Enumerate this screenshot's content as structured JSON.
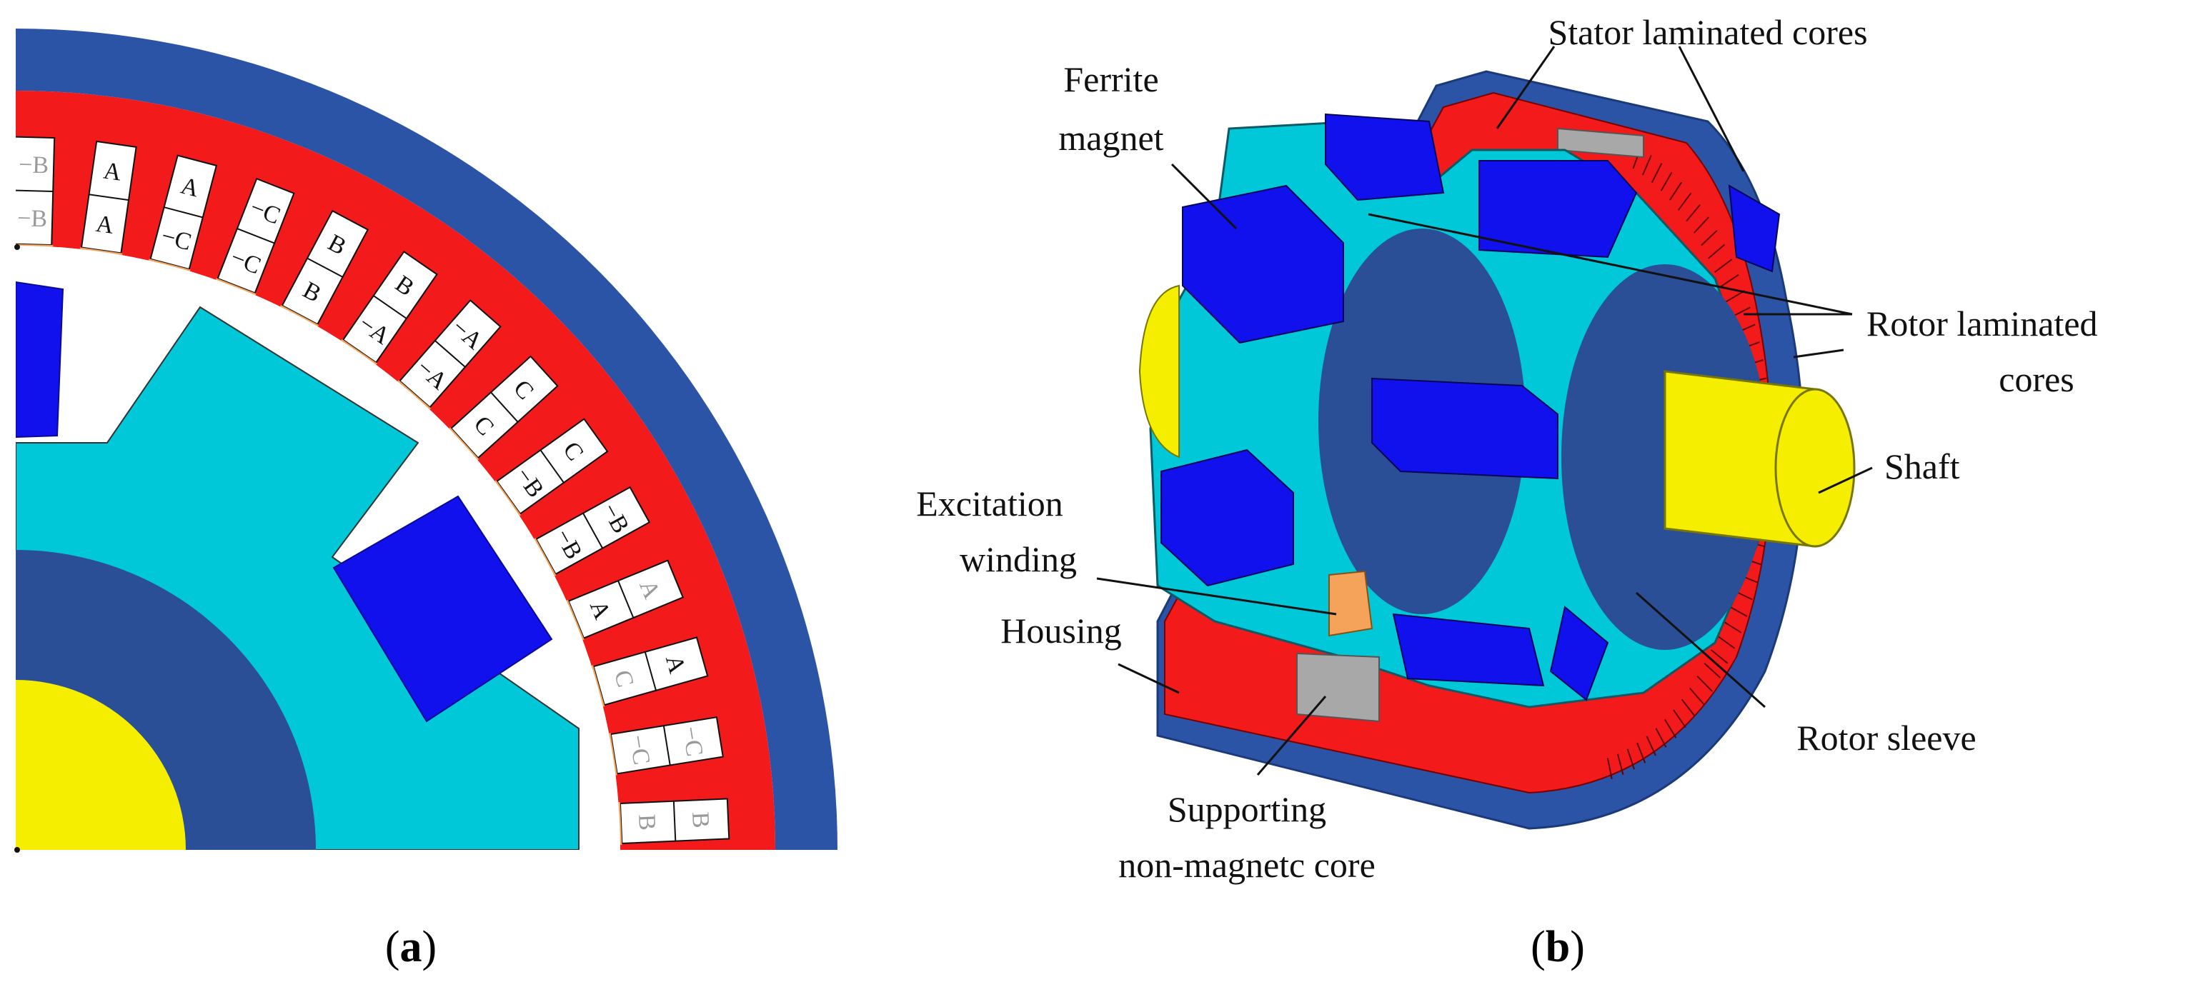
{
  "colors": {
    "housing": "#2b53a6",
    "stator_core": "#f21a1a",
    "rotor_core": "#00c8d8",
    "rotor_sleeve": "#2a4f96",
    "shaft": "#f5ee00",
    "ferrite_magnet": "#1111ee",
    "excitation_winding": "#f5a35a",
    "supporting_core": "#a8a8a8",
    "slot": "#ffffff",
    "outline": "#111111"
  },
  "panel_a": {
    "caption_prefix": "(",
    "caption_letter": "a",
    "caption_suffix": ")",
    "slots": [
      {
        "top": "−B",
        "bottom": "−B",
        "top_gray": true,
        "bottom_gray": true
      },
      {
        "top": "A",
        "bottom": "A",
        "top_gray": false,
        "bottom_gray": false
      },
      {
        "top": "A",
        "bottom": "−C",
        "top_gray": false,
        "bottom_gray": false
      },
      {
        "top": "−C",
        "bottom": "−C",
        "top_gray": false,
        "bottom_gray": false
      },
      {
        "top": "B",
        "bottom": "B",
        "top_gray": false,
        "bottom_gray": false
      },
      {
        "top": "B",
        "bottom": "−A",
        "top_gray": false,
        "bottom_gray": false
      },
      {
        "top": "−A",
        "bottom": "−A",
        "top_gray": false,
        "bottom_gray": false
      },
      {
        "top": "C",
        "bottom": "C",
        "top_gray": false,
        "bottom_gray": false
      },
      {
        "top": "C",
        "bottom": "−B",
        "top_gray": false,
        "bottom_gray": false
      },
      {
        "top": "−B",
        "bottom": "−B",
        "top_gray": false,
        "bottom_gray": false
      },
      {
        "top": "A",
        "bottom": "A",
        "top_gray": true,
        "bottom_gray": false
      },
      {
        "top": "A",
        "bottom": "C",
        "top_gray": false,
        "bottom_gray": true
      },
      {
        "top": "−C",
        "bottom": "−C",
        "top_gray": true,
        "bottom_gray": true
      },
      {
        "top": "B",
        "bottom": "B",
        "top_gray": true,
        "bottom_gray": true
      }
    ]
  },
  "panel_b": {
    "caption_prefix": "(",
    "caption_letter": "b",
    "caption_suffix": ")",
    "labels": {
      "stator_laminated_cores": "Stator laminated cores",
      "ferrite_magnet_line1": "Ferrite",
      "ferrite_magnet_line2": "magnet",
      "rotor_laminated_cores_line1": "Rotor laminated",
      "rotor_laminated_cores_line2": "cores",
      "shaft": "Shaft",
      "excitation_winding_line1": "Excitation",
      "excitation_winding_line2": "winding",
      "housing": "Housing",
      "rotor_sleeve": "Rotor sleeve",
      "supporting_core_line1": "Supporting",
      "supporting_core_line2": "non-magnetc core"
    }
  }
}
